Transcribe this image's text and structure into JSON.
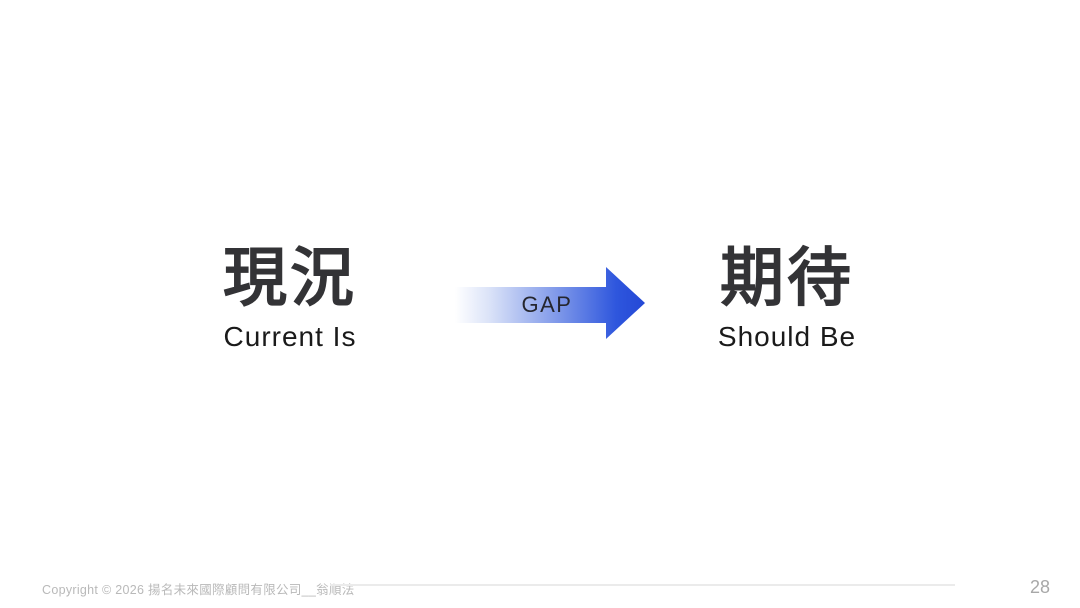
{
  "diagram": {
    "left_block": {
      "zh": "現況",
      "en": "Current Is"
    },
    "right_block": {
      "zh": "期待",
      "en": "Should Be"
    },
    "arrow": {
      "label": "GAP",
      "direction": "right",
      "gradient_start_color": "#ffffff",
      "gradient_end_color": "#2a50dd",
      "label_color": "#25262e"
    }
  },
  "footer": {
    "copyright": "Copyright © 2026 揚名未來國際顧問有限公司__翁順法",
    "page_number": "28"
  },
  "colors": {
    "background": "#ffffff",
    "heading_text": "#333336",
    "footer_text": "#b9b9b9",
    "divider_line": "#ebebeb"
  }
}
